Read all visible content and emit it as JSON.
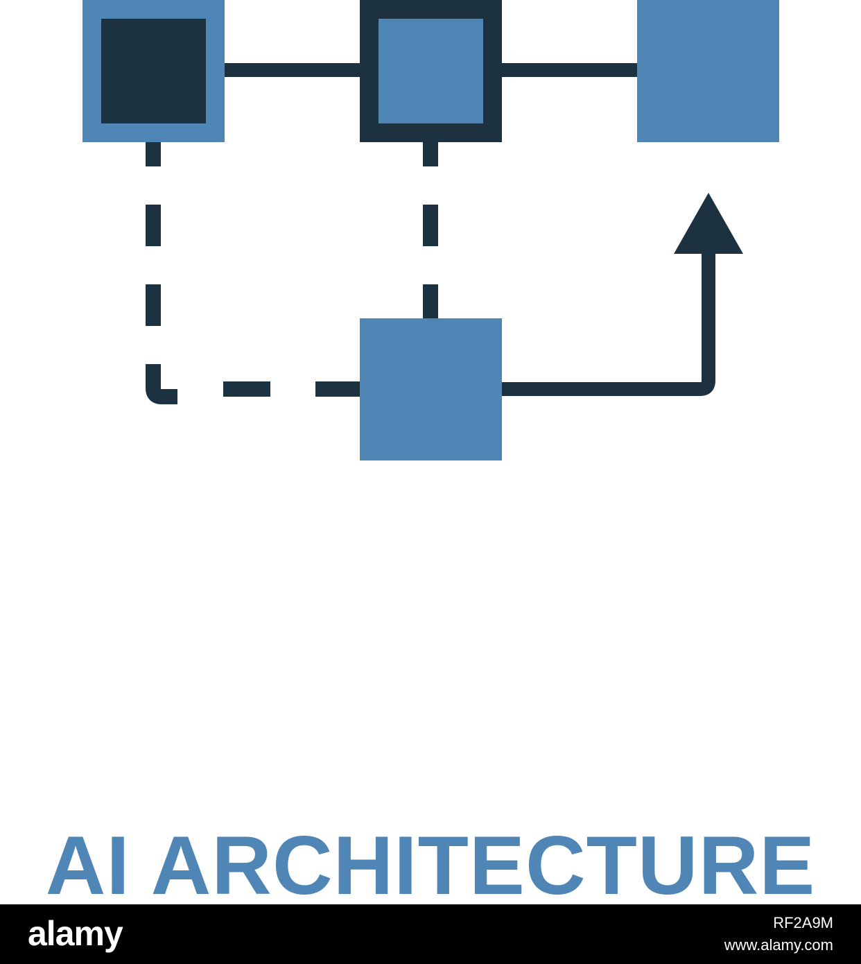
{
  "caption": "AI ARCHITECTURE",
  "footer": {
    "logo": "alamy",
    "image_id": "RF2A9M",
    "url": "www.alamy.com"
  },
  "colors": {
    "accent_blue": "#4f86b5",
    "dark_navy": "#1d3241",
    "background": "#ffffff",
    "footer_bg": "#000000"
  },
  "icon": "ai-architecture-flowchart-icon"
}
